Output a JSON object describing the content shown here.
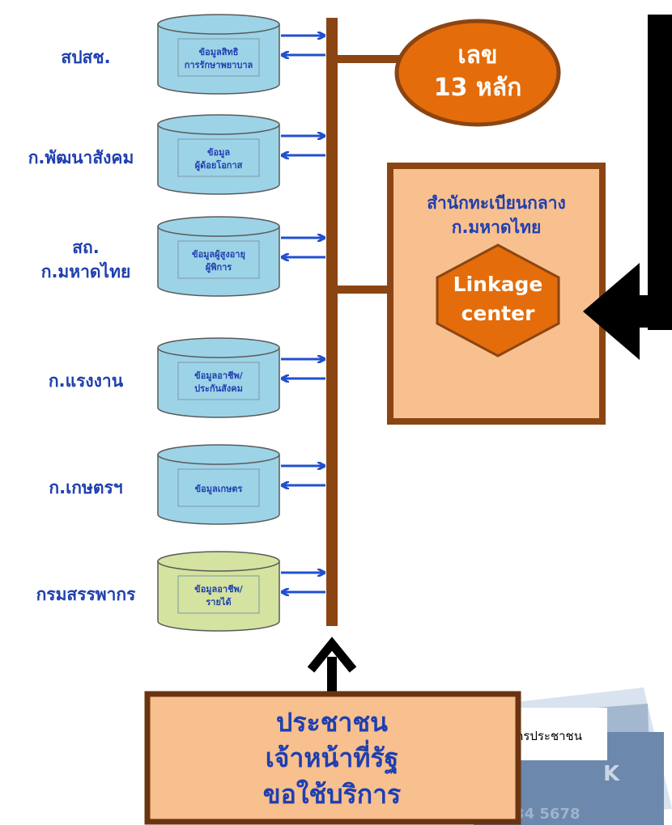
{
  "agencies": [
    {
      "label": "สปสช.",
      "db_lines": [
        "ข้อมูลสิทธิ",
        "การรักษาพยาบาล"
      ]
    },
    {
      "label": "ก.พัฒนาสังคม",
      "db_lines": [
        "ข้อมูล",
        "ผู้ด้อยโอกาส"
      ]
    },
    {
      "label": "สถ.\nก.มหาดไทย",
      "db_lines": [
        "ข้อมูลผู้สูงอายุ",
        "ผู้พิการ"
      ]
    },
    {
      "label": "ก.แรงงาน",
      "db_lines": [
        "ข้อมูลอาชีพ/",
        "ประกันสังคม"
      ]
    },
    {
      "label": "ก.เกษตรฯ",
      "db_lines": [
        "ข้อมูลเกษตร"
      ]
    },
    {
      "label": "กรมสรรพากร",
      "db_lines": [
        "ข้อมูลอาชีพ/",
        "รายได้"
      ]
    }
  ],
  "id_oval": {
    "line1": "เลข",
    "line2": "13 หลัก"
  },
  "registry": {
    "title_line1": "สำนักทะเบียนกลาง",
    "title_line2": "ก.มหาดไทย",
    "hex_line1": "Linkage",
    "hex_line2": "center"
  },
  "service_box": {
    "line1": "ประชาชน",
    "line2": "เจ้าหน้าที่รัฐ",
    "line3": "ขอใช้บริการ"
  },
  "id_card_label": "บัตรประชาชน",
  "colors": {
    "bus": "#8b4513",
    "oval": "#e46c0a",
    "panel_fill": "#f8c08e",
    "panel_border": "#8b4513",
    "db_blue": "#9dd3e6",
    "db_green": "#d4e3a0",
    "arrow_blue": "#2050d0",
    "agency_text": "#1f3fb0"
  }
}
